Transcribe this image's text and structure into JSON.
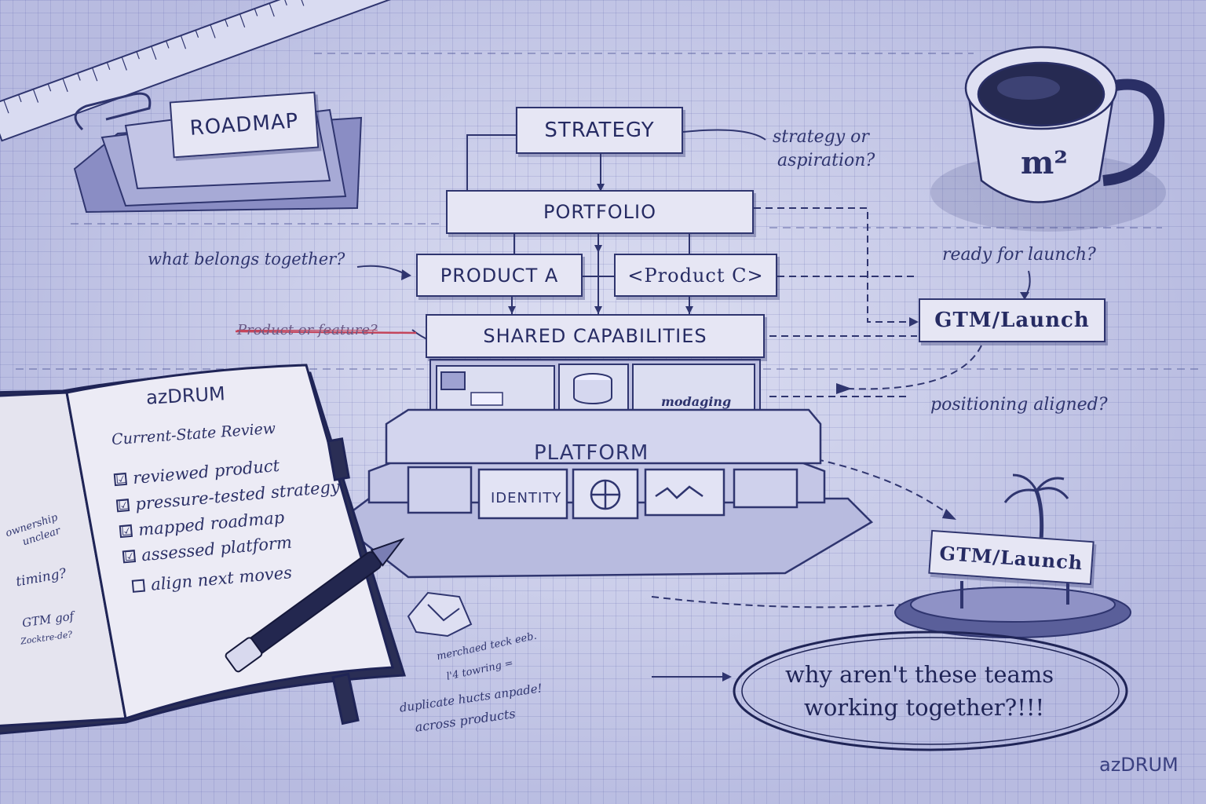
{
  "colors": {
    "ink": "#2f356f",
    "paper": "#cdd0ec",
    "strike": "#c4455c",
    "box": "#e6e6f4"
  },
  "roadmap_card": {
    "label": "ROADMAP"
  },
  "pyramid": {
    "strategy": "STRATEGY",
    "portfolio": "PORTFOLIO",
    "product_a": "PRODUCT A",
    "product_c": "<Product C>",
    "shared": "SHARED CAPABILITIES",
    "messaging": "modaging",
    "platform": "PLATFORM",
    "identity": "IDENTITY"
  },
  "annotations": {
    "strategy_q_1": "strategy or",
    "strategy_q_2": "aspiration?",
    "belongs": "what belongs together?",
    "product_or_feature": "Product or feature?",
    "ready": "ready for launch?",
    "positioning": "positioning aligned?",
    "merchant_1": "merchaed teck eeb.",
    "merchant_2": "l'4 towring =",
    "duplicate_1": "duplicate hucts anpade!",
    "duplicate_2": "across products",
    "margin_1": "ownership",
    "margin_2": "unclear",
    "margin_3": "timing?",
    "margin_4": "GTM gof",
    "margin_5": "Zocktre-de?"
  },
  "gtm_upper": "GTM/Launch",
  "gtm_island": "GTM/Launch",
  "callout": {
    "line1": "why aren't these teams",
    "line2": "working together?!!!"
  },
  "mug": {
    "logo": "m²"
  },
  "notebook": {
    "brand": "azDRUM",
    "subtitle": "Current-State Review",
    "items": [
      {
        "label": "reviewed product",
        "checked": true,
        "mark": "☑"
      },
      {
        "label": "pressure-tested strategy",
        "checked": true,
        "mark": "☑"
      },
      {
        "label": "mapped roadmap",
        "checked": true,
        "mark": "☑"
      },
      {
        "label": "assessed platform",
        "checked": true,
        "mark": "☑"
      },
      {
        "label": "align next moves",
        "checked": false,
        "mark": ""
      }
    ]
  },
  "signature": "azDRUM"
}
